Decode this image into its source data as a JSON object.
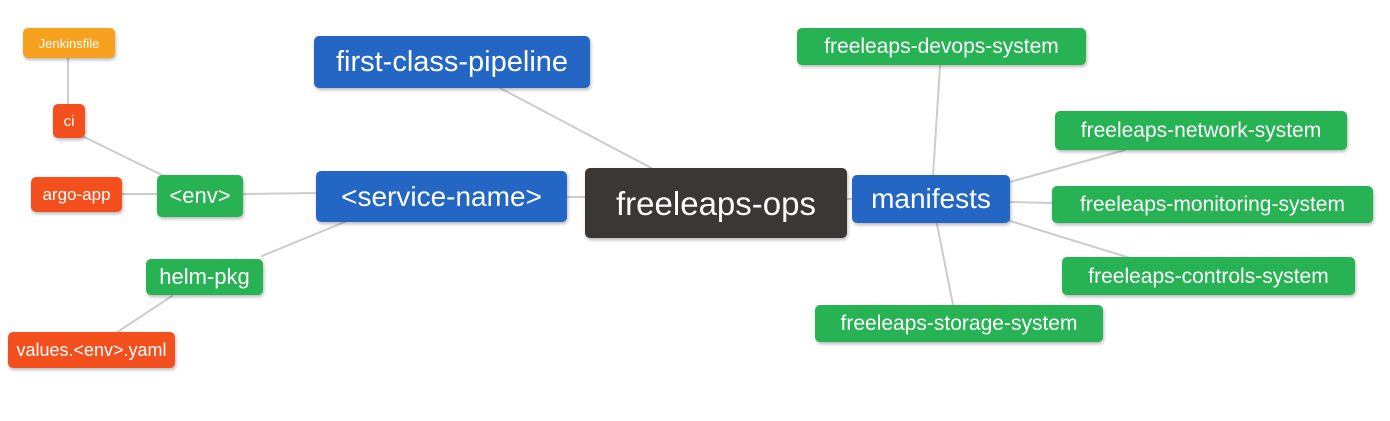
{
  "diagram": {
    "title": "freeleaps-ops mindmap",
    "palette": {
      "blue": "#2366c4",
      "green": "#27b254",
      "orange": "#f8a11e",
      "red": "#f4501e",
      "dark": "#3a3735",
      "edge": "#cccccc",
      "text": "#ffffff",
      "background": "#ffffff"
    },
    "nodes": {
      "jenkinsfile": {
        "label": "Jenkinsfile",
        "color": "orange"
      },
      "ci": {
        "label": "ci",
        "color": "red"
      },
      "argo_app": {
        "label": "argo-app",
        "color": "red"
      },
      "env": {
        "label": "<env>",
        "color": "green"
      },
      "service_name": {
        "label": "<service-name>",
        "color": "blue"
      },
      "first_class_pipeline": {
        "label": "first-class-pipeline",
        "color": "blue"
      },
      "freeleaps_ops": {
        "label": "freeleaps-ops",
        "color": "dark"
      },
      "manifests": {
        "label": "manifests",
        "color": "blue"
      },
      "devops_system": {
        "label": "freeleaps-devops-system",
        "color": "green"
      },
      "network_system": {
        "label": "freeleaps-network-system",
        "color": "green"
      },
      "monitoring_system": {
        "label": "freeleaps-monitoring-system",
        "color": "green"
      },
      "controls_system": {
        "label": "freeleaps-controls-system",
        "color": "green"
      },
      "storage_system": {
        "label": "freeleaps-storage-system",
        "color": "green"
      },
      "helm_pkg": {
        "label": "helm-pkg",
        "color": "green"
      },
      "values_env_yaml": {
        "label": "values.<env>.yaml",
        "color": "red"
      }
    },
    "edges": [
      [
        "jenkinsfile",
        "ci"
      ],
      [
        "ci",
        "env"
      ],
      [
        "argo_app",
        "env"
      ],
      [
        "env",
        "service_name"
      ],
      [
        "helm_pkg",
        "service_name"
      ],
      [
        "values_env_yaml",
        "helm_pkg"
      ],
      [
        "service_name",
        "freeleaps_ops"
      ],
      [
        "first_class_pipeline",
        "freeleaps_ops"
      ],
      [
        "freeleaps_ops",
        "manifests"
      ],
      [
        "manifests",
        "devops_system"
      ],
      [
        "manifests",
        "network_system"
      ],
      [
        "manifests",
        "monitoring_system"
      ],
      [
        "manifests",
        "controls_system"
      ],
      [
        "manifests",
        "storage_system"
      ]
    ]
  }
}
